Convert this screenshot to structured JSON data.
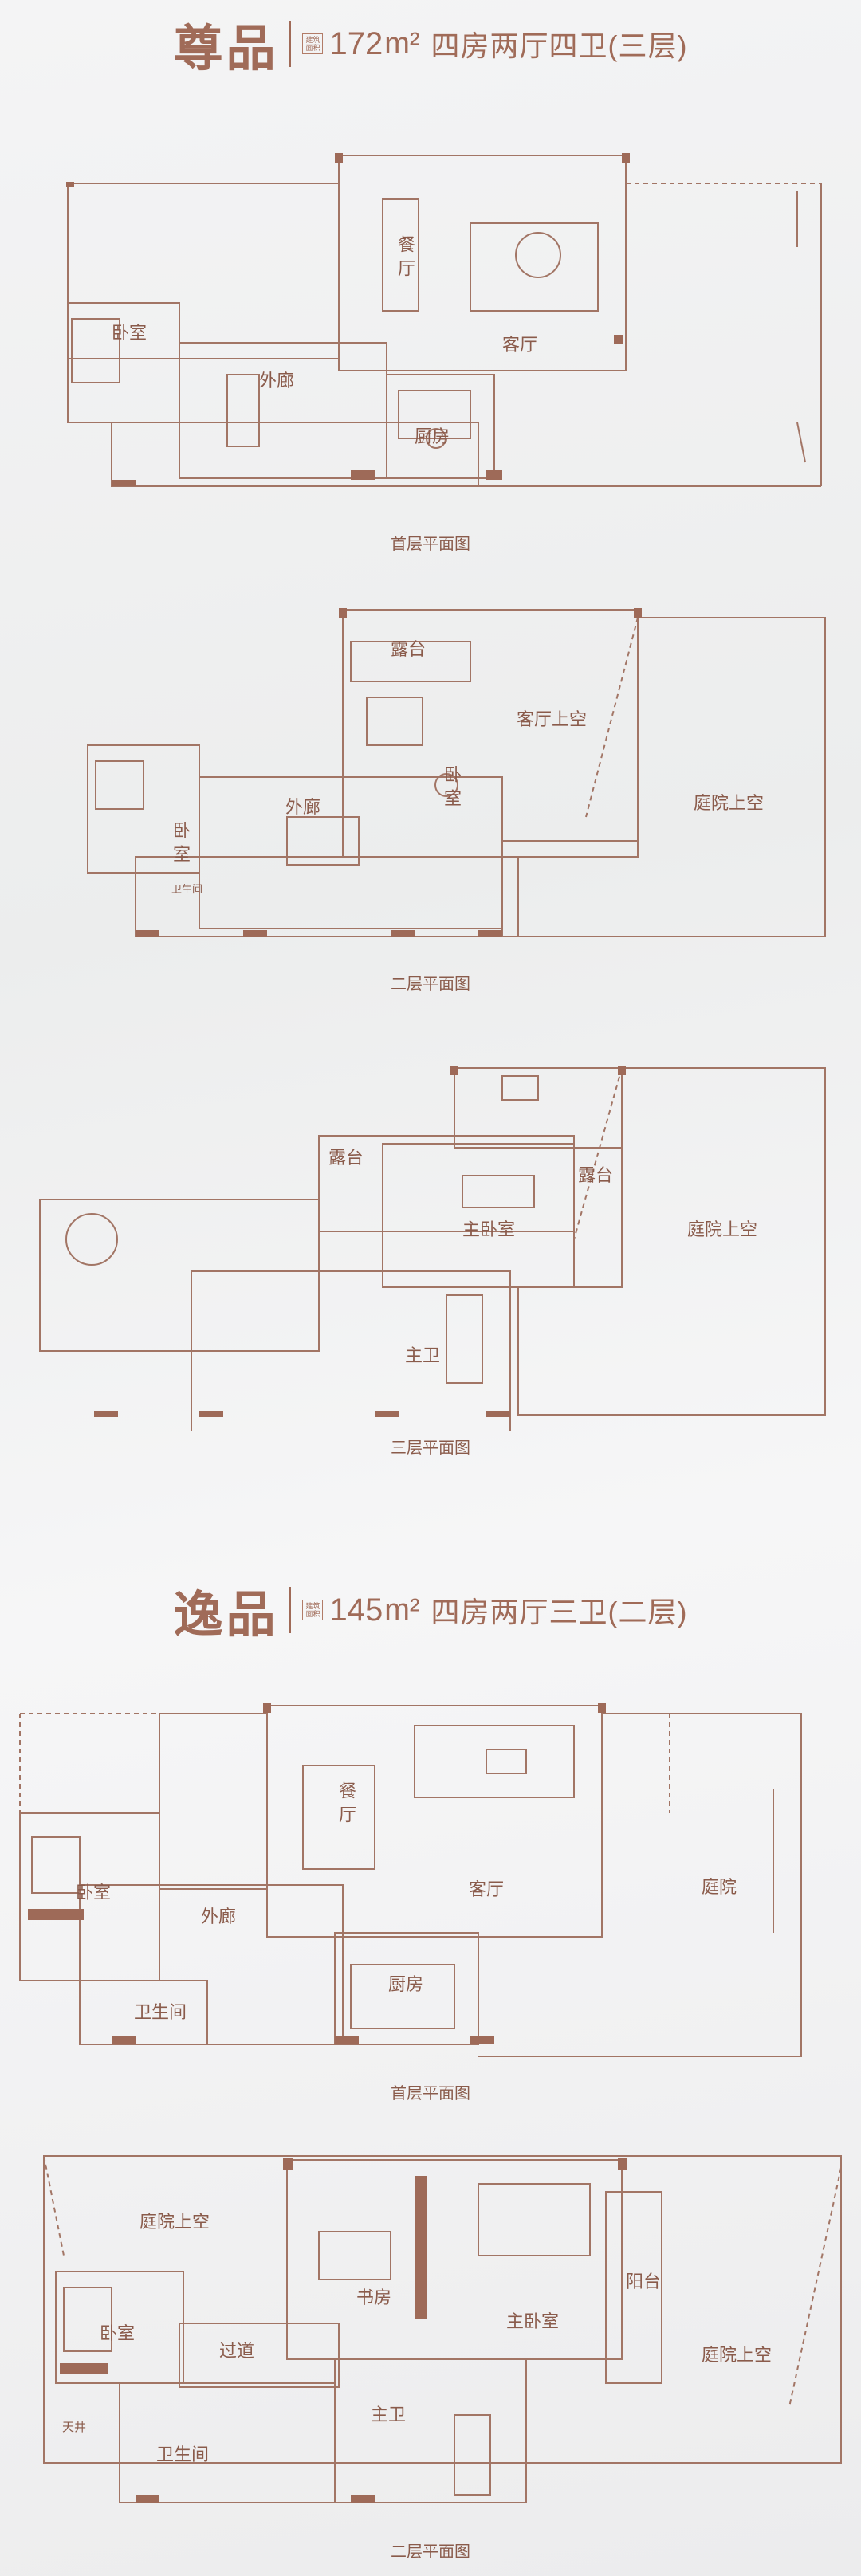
{
  "sections": [
    {
      "title": "尊品",
      "badge": [
        "建筑",
        "面积"
      ],
      "area": "172",
      "unit": "m²",
      "desc": "四房两厅四卫(三层)",
      "floors": [
        {
          "caption": "首层平面图",
          "rooms": [
            "餐厅",
            "客厅",
            "卧室",
            "外廊",
            "厨房"
          ]
        },
        {
          "caption": "二层平面图",
          "rooms": [
            "露台",
            "客厅上空",
            "卧室",
            "卧室",
            "外廊",
            "庭院上空",
            "卫生间"
          ]
        },
        {
          "caption": "三层平面图",
          "rooms": [
            "露台",
            "露台",
            "主卧室",
            "庭院上空",
            "主卫"
          ]
        }
      ]
    },
    {
      "title": "逸品",
      "badge": [
        "建筑",
        "面积"
      ],
      "area": "145",
      "unit": "m²",
      "desc": "四房两厅三卫(二层)",
      "floors": [
        {
          "caption": "首层平面图",
          "rooms": [
            "餐厅",
            "客厅",
            "庭院",
            "卧室",
            "外廊",
            "卫生间",
            "厨房"
          ]
        },
        {
          "caption": "二层平面图",
          "rooms": [
            "庭院上空",
            "书房",
            "主卧室",
            "阳台",
            "卧室",
            "过道",
            "庭院上空",
            "主卫",
            "卫生间",
            "天井"
          ]
        }
      ]
    }
  ],
  "colors": {
    "line": "#a27565",
    "accent": "#a06b58",
    "wall": "#9e6a58"
  }
}
